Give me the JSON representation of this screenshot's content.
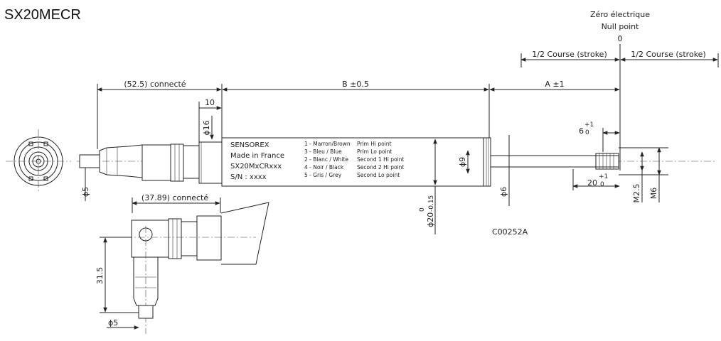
{
  "title": "SX20MECR",
  "null_point": {
    "fr": "Zéro électrique",
    "en": "Null point",
    "zero": "0"
  },
  "half_course_left": "1/2 Course (stroke)",
  "half_course_right": "1/2 Course (stroke)",
  "dim_connected_1": "(52.5) connecté",
  "dim_b": "B ±0.5",
  "dim_a": "A ±1",
  "dim_10": "10",
  "dim_d16": "ϕ16",
  "dim_d5_left": "ϕ5",
  "dim_d9": "ϕ9",
  "dim_d6": "ϕ6",
  "dim_d20": "ϕ20",
  "dim_d20_tol_upper": "0",
  "dim_d20_tol_lower": "-0.15",
  "dim_6": "6",
  "dim_6_tol_upper": "+1",
  "dim_6_tol_lower": "0",
  "dim_20": "20",
  "dim_20_tol_upper": "+1",
  "dim_20_tol_lower": "0",
  "dim_m25": "M2.5",
  "dim_m6": "M6",
  "dim_connected_2": "(37.89) connecté",
  "dim_315": "31.5",
  "dim_d5_bottom": "ϕ5",
  "drawing_ref": "C00252A",
  "label_lines": [
    "SENSOREX",
    "Made in France",
    "SX20MxCRxxx",
    "S/N : xxxx"
  ],
  "wiring": [
    {
      "num": "1 - Marron/Brown",
      "fn": "Prim Hi point"
    },
    {
      "num": "3 - Bleu / Blue",
      "fn": "Prim Lo point"
    },
    {
      "num": "2 - Blanc / White",
      "fn": "Second 1 Hi point"
    },
    {
      "num": "4 - Noir / Black",
      "fn": "Second 2 Hi point"
    },
    {
      "num": "5 - Gris / Grey",
      "fn": "Second Lo point"
    }
  ]
}
